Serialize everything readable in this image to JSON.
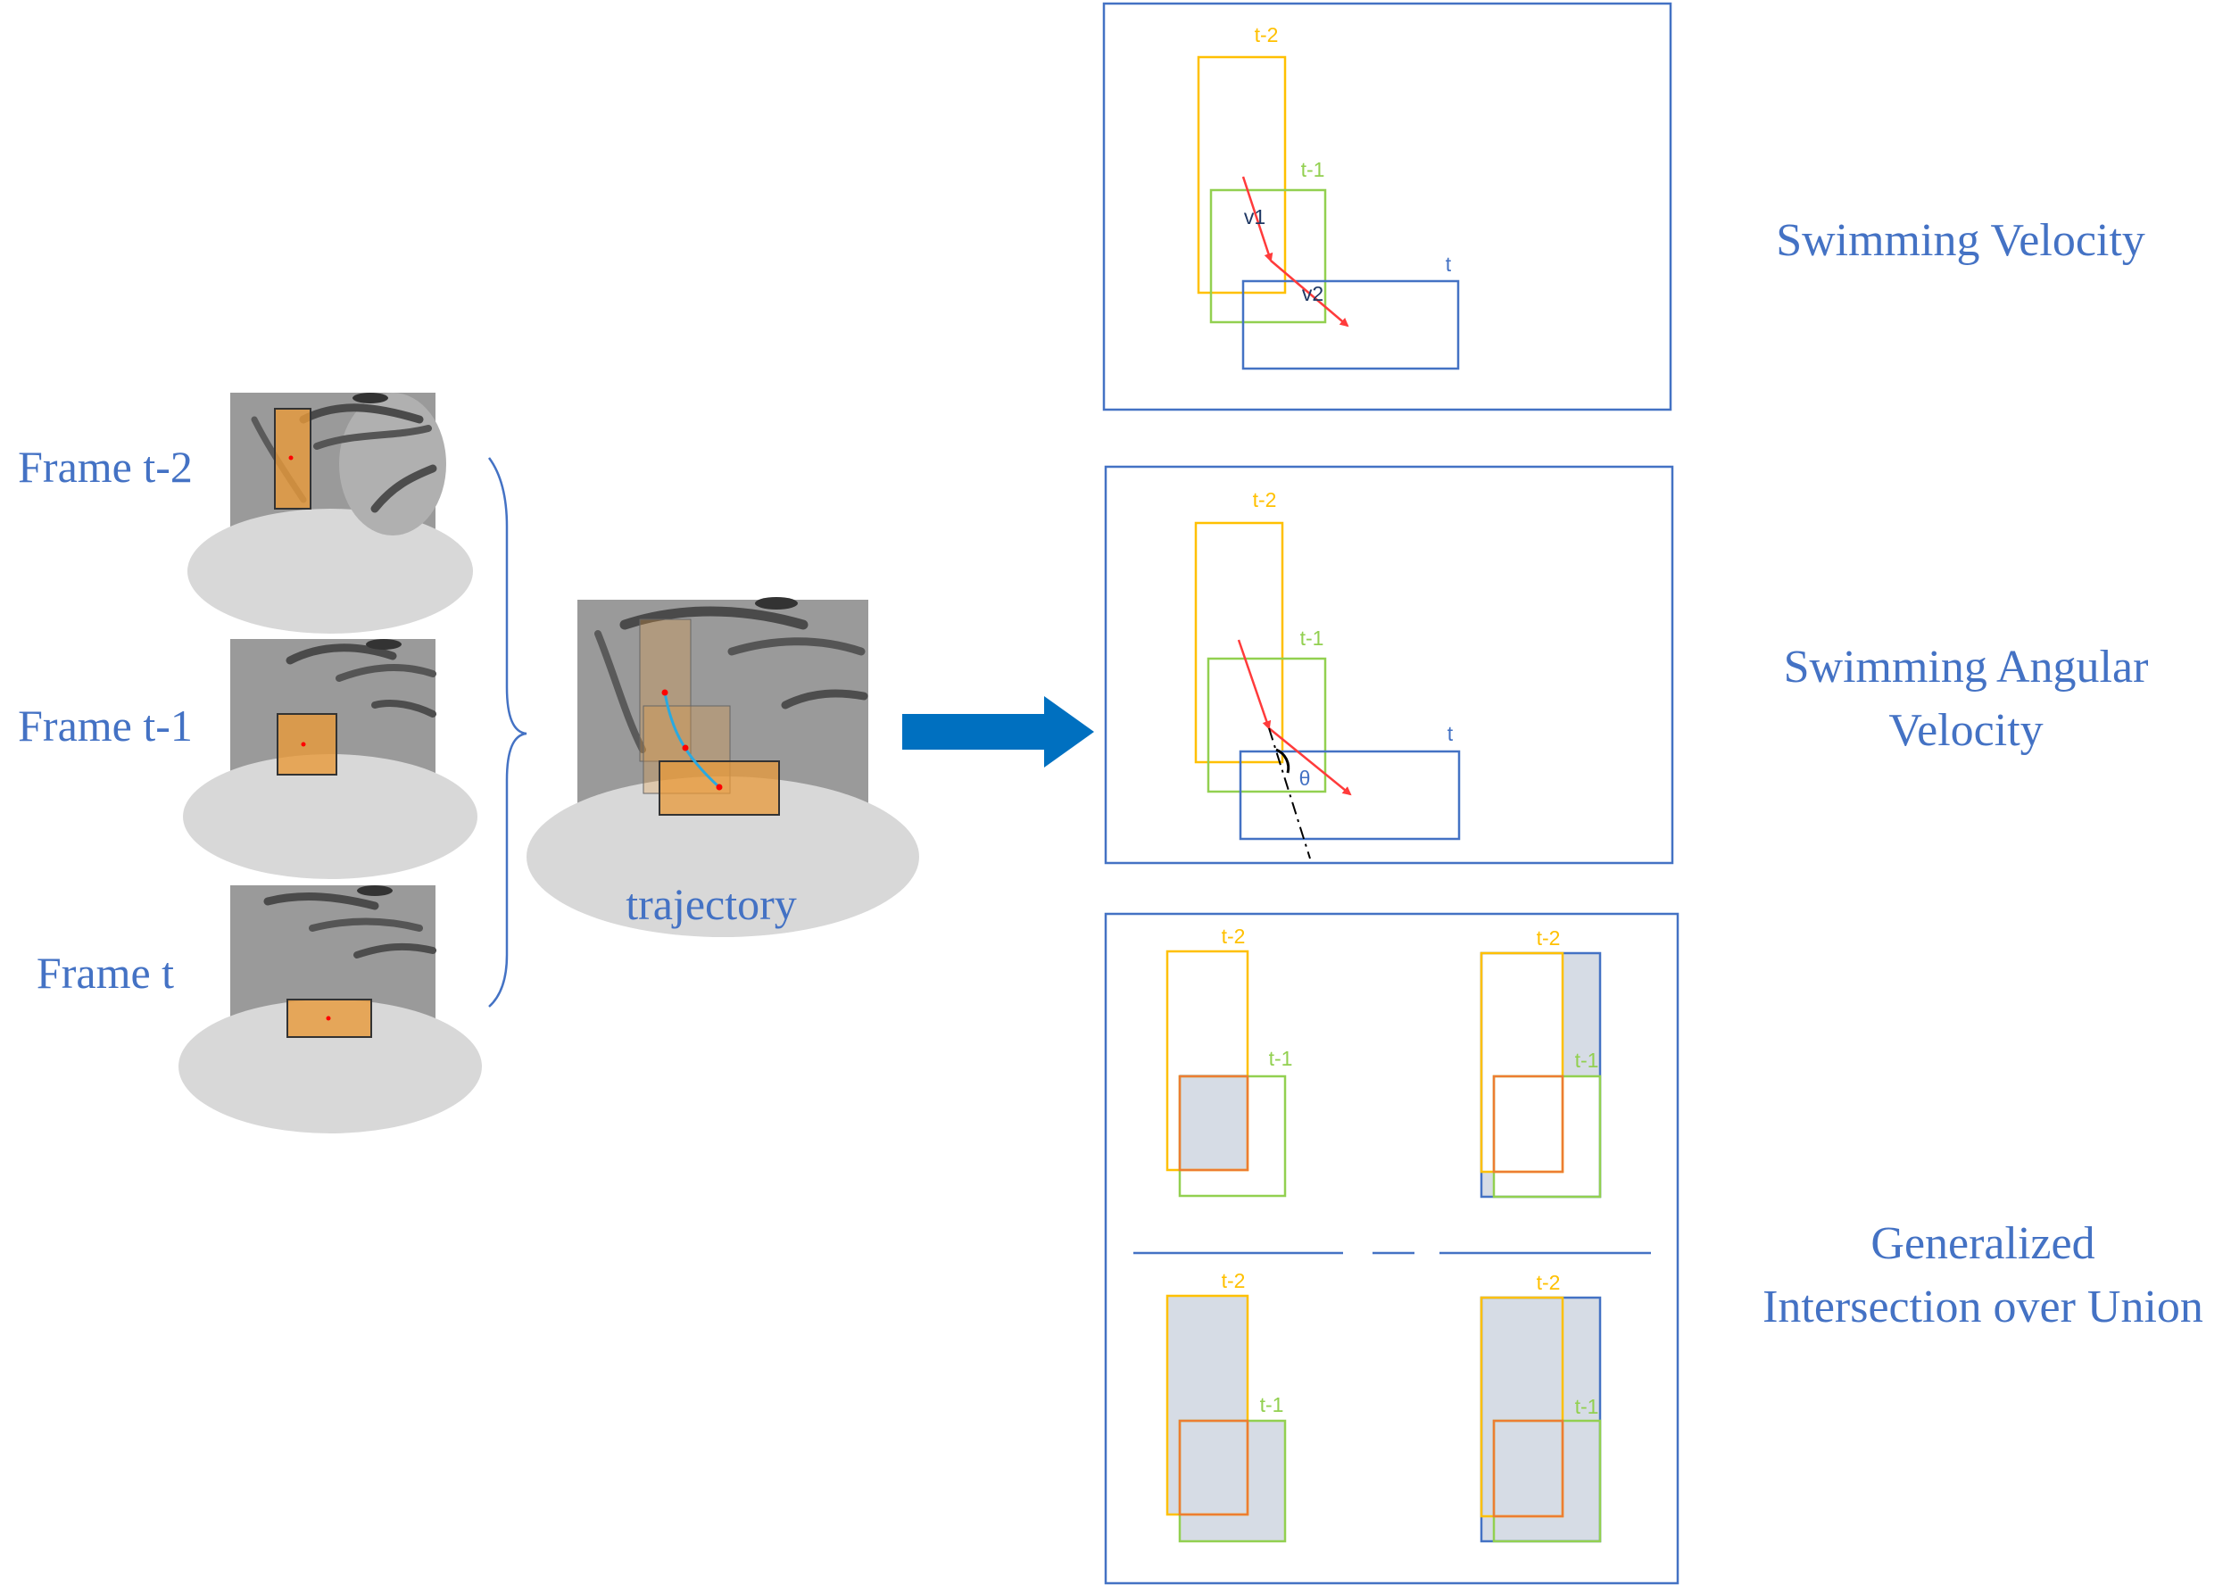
{
  "frames": {
    "t2_label": "Frame t-2",
    "t1_label": "Frame t-1",
    "t_label": "Frame t"
  },
  "trajectory_label": "trajectory",
  "panel_velocity": {
    "title": "Swimming Velocity",
    "box_t2": "t-2",
    "box_t1": "t-1",
    "box_t": "t",
    "v1": "v1",
    "v2": "v2"
  },
  "panel_angular": {
    "title_line1": "Swimming Angular",
    "title_line2": "Velocity",
    "box_t2": "t-2",
    "box_t1": "t-1",
    "box_t": "t",
    "theta": "θ"
  },
  "panel_giou": {
    "title_line1": "Generalized",
    "title_line2": "Intersection over Union",
    "tl_t2": "t-2",
    "tl_t1": "t-1",
    "tr_t2": "t-2",
    "tr_t1": "t-1",
    "bl_t2": "t-2",
    "bl_t1": "t-1",
    "br_t2": "t-2",
    "br_t1": "t-1"
  },
  "colors": {
    "text_blue": "#4472c4",
    "box_yellow": "#ffc000",
    "box_green": "#92d050",
    "box_blue": "#4472c4",
    "box_orange": "#ed7d31",
    "arrow_red": "#ff3b3b",
    "fill_shade": "#d6dce5",
    "fish_box": "#e89a3a",
    "big_arrow": "#0070c0"
  }
}
